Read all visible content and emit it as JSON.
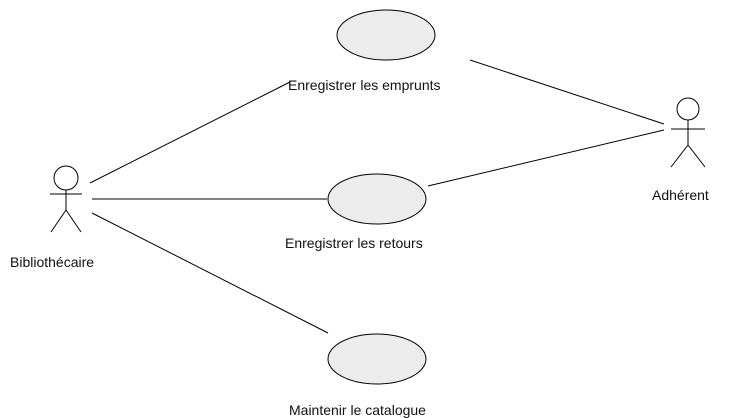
{
  "actors": [
    {
      "id": "bibliothecaire",
      "label": "Bibliothécaire"
    },
    {
      "id": "adherent",
      "label": "Adhérent"
    }
  ],
  "use_cases": [
    {
      "id": "emprunts",
      "label": "Enregistrer les emprunts"
    },
    {
      "id": "retours",
      "label": "Enregistrer les retours"
    },
    {
      "id": "catalogue",
      "label": "Maintenir le catalogue"
    }
  ],
  "associations": [
    {
      "from": "bibliothecaire",
      "to": "emprunts"
    },
    {
      "from": "bibliothecaire",
      "to": "retours"
    },
    {
      "from": "bibliothecaire",
      "to": "catalogue"
    },
    {
      "from": "adherent",
      "to": "emprunts"
    },
    {
      "from": "adherent",
      "to": "retours"
    }
  ],
  "colors": {
    "stroke": "#000000",
    "ellipse_fill": "#ececec",
    "text": "#111111"
  }
}
